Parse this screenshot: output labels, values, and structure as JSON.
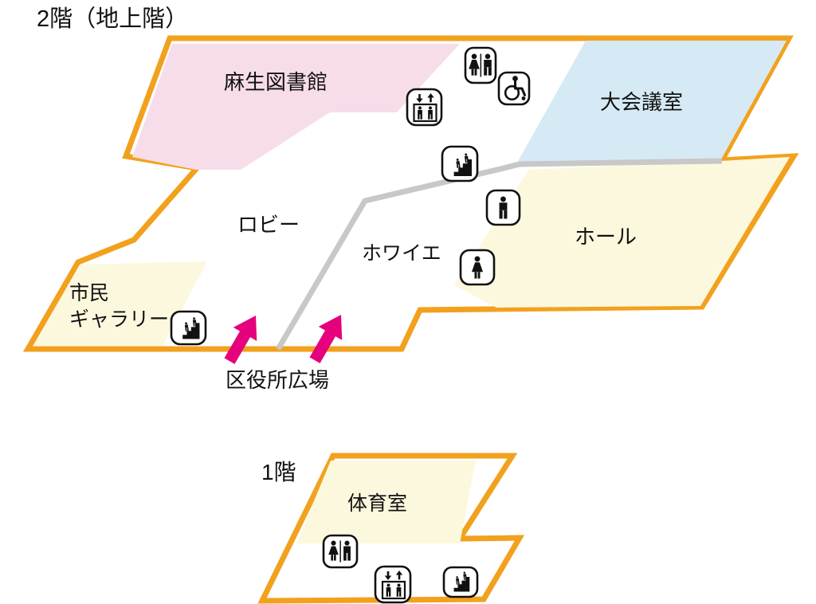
{
  "colors": {
    "outline_orange": "#F2A11E",
    "corridor_gray": "#C8C8C8",
    "library_pink": "#F7DCEA",
    "conference_blue": "#D5EAF5",
    "room_yellow": "#FCF8DE",
    "entrance_arrow_magenta": "#E5007E",
    "icon_ink": "#111111",
    "text": "#111111",
    "background": "#FFFFFF"
  },
  "floor2": {
    "title": "2階（地上階）",
    "rooms": {
      "library": "麻生図書館",
      "conference": "大会議室",
      "lobby": "ロビー",
      "foyer": "ホワイエ",
      "hall": "ホール",
      "gallery_line1": "市民",
      "gallery_line2": "ギャラリー"
    },
    "plaza": "区役所広場",
    "icons": [
      "toilet",
      "wheelchair-accessible",
      "elevator",
      "stairs",
      "mens-toilet",
      "womens-toilet",
      "stairs"
    ]
  },
  "floor1": {
    "title": "1階",
    "rooms": {
      "gym": "体育室"
    },
    "icons": [
      "toilet",
      "elevator",
      "stairs"
    ]
  }
}
